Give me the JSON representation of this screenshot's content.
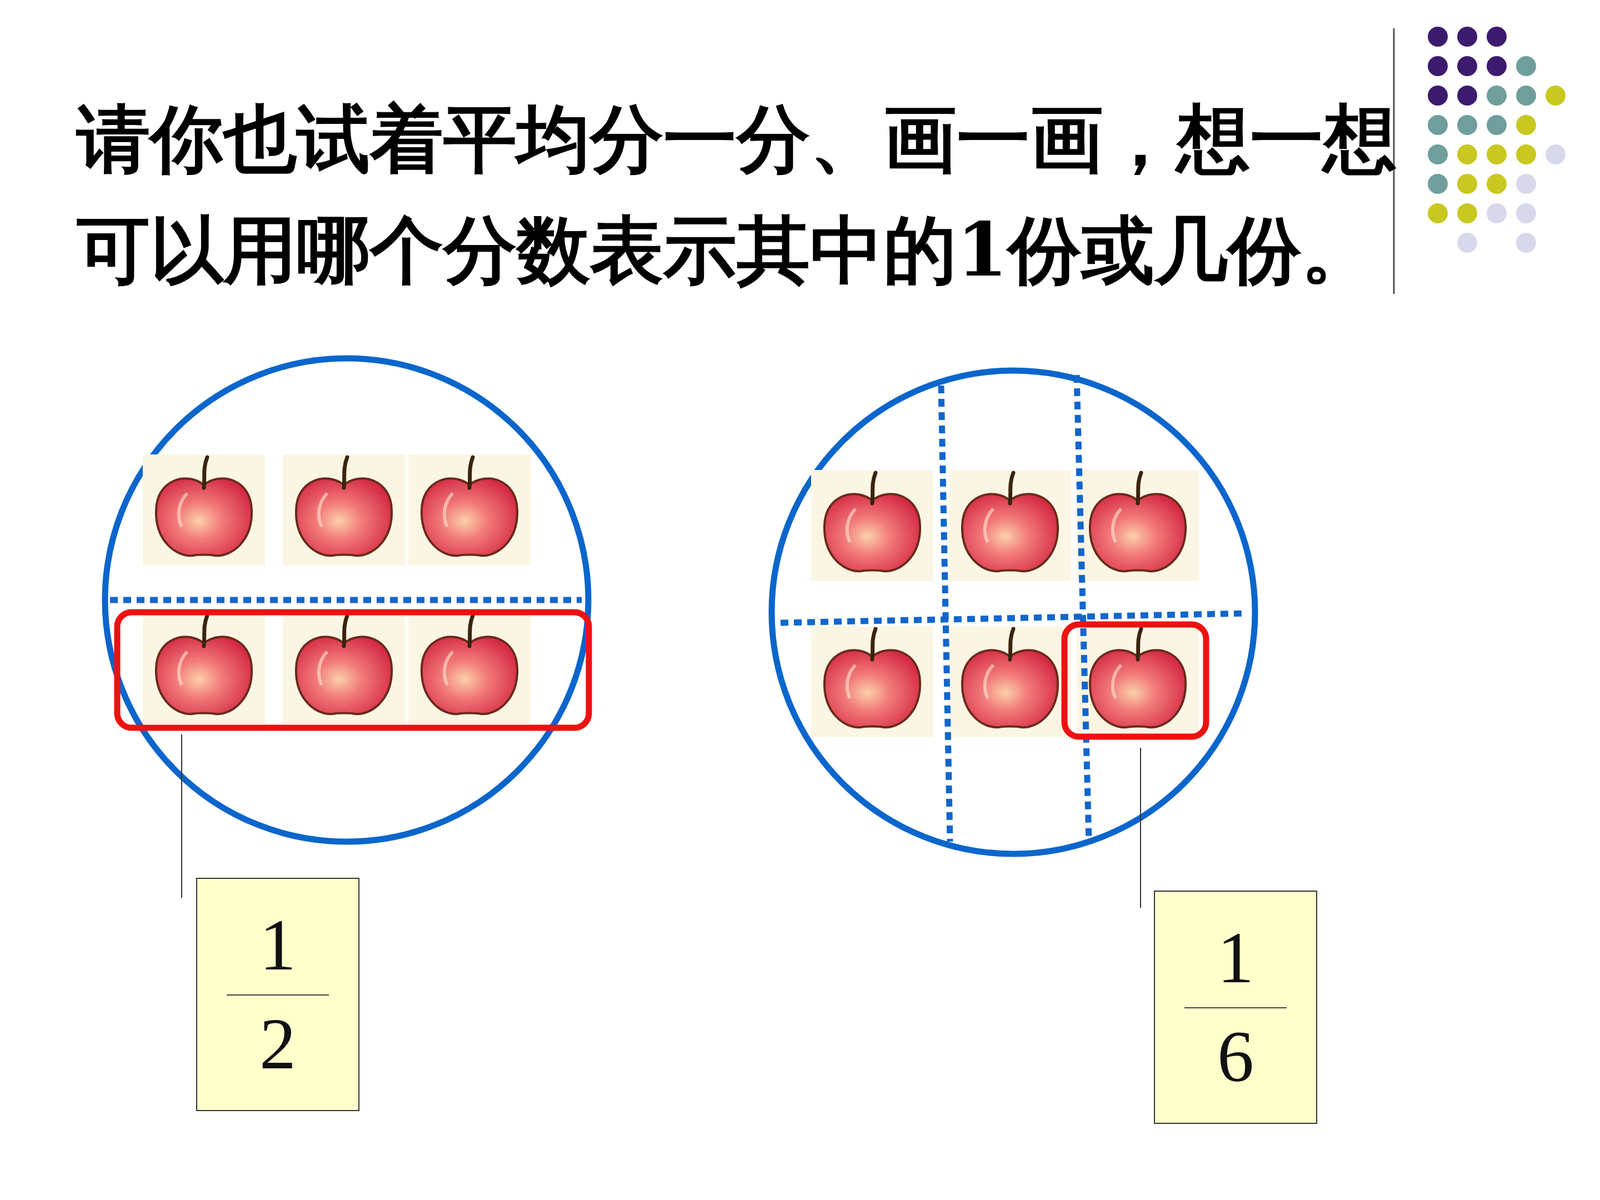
{
  "diagram": {
    "title": "请你也试着平均分一分、画一画，想一想可以用哪个分数表示其中的1份或几份。",
    "nodes": [
      {
        "text": [
          "1",
          "2"
        ]
      },
      {
        "text": [
          "1",
          "6"
        ]
      }
    ]
  }
}
